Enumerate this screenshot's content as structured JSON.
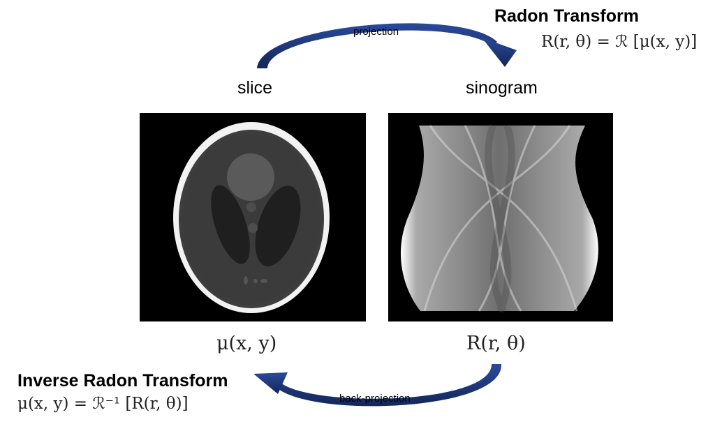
{
  "forward": {
    "title": "Radon Transform",
    "formula": "R(r, θ) = ℛ [μ(x, y)]",
    "arrow_label": "projection"
  },
  "inverse": {
    "title": "Inverse Radon Transform",
    "formula": "μ(x, y) = ℛ⁻¹ [R(r, θ)]",
    "arrow_label": "back-projection"
  },
  "slice": {
    "label": "slice",
    "symbol": "μ(x, y)"
  },
  "sinogram": {
    "label": "sinogram",
    "symbol": "R(r, θ)"
  },
  "colors": {
    "arrow": "#1b2f6b",
    "panel_background": "#000000"
  }
}
